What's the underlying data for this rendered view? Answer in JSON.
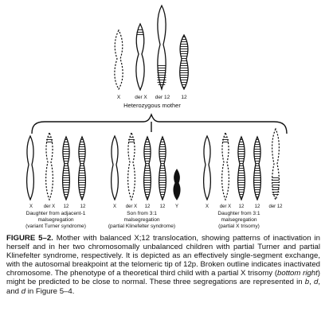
{
  "mother": {
    "chromosomes": [
      "X",
      "der X",
      "der 12",
      "12"
    ],
    "label": "Heterozygous mother"
  },
  "children": [
    {
      "chromosomes": [
        "X",
        "der X",
        "12",
        "12"
      ],
      "label_lines": [
        "Daughter from adjacent-1",
        "malsegregation",
        "(variant Turner syndrome)"
      ]
    },
    {
      "chromosomes": [
        "X",
        "der X",
        "12",
        "12",
        "Y"
      ],
      "label_lines": [
        "Son from 3:1",
        "malsegregation",
        "(partial Klinefelter syndrome)"
      ]
    },
    {
      "chromosomes": [
        "X",
        "der X",
        "12",
        "12",
        "der 12"
      ],
      "label_lines": [
        "Daughter from 3:1",
        "malsegregation",
        "(partial X trisomy)"
      ]
    }
  ],
  "caption": {
    "figure_label": "FIGURE 5–2.",
    "text_1": " Mother with balanced X;12 translocation, showing patterns of inactivation in herself and in her two chromosomally unbalanced children with partial Turner and partial Klinefelter syndrome, respectively. It is depicted as an effectively single-segment exchange, with the autosomal breakpoint at the telomeric tip of 12p. Broken outline indicates inactivated chromosome. The phenotype of a theoretical third child with a partial X trisomy (",
    "italic_1": "bottom right",
    "text_2": ") might be predicted to be close to normal. These three segregations are represented in ",
    "italic_b": "b",
    "text_3": ", ",
    "italic_d": "d",
    "text_4": ", and ",
    "italic_dd": "d",
    "text_5": " in Figure 5–4."
  }
}
